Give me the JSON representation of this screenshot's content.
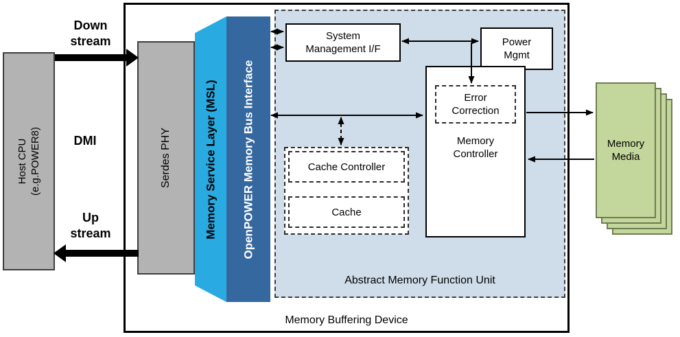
{
  "labels": {
    "downstream": "Down\nstream",
    "dmi": "DMI",
    "upstream": "Up\nstream"
  },
  "host_cpu": {
    "label": "Host CPU\n(e.g.POWER8)"
  },
  "device": {
    "label": "Memory Buffering Device",
    "serdes_phy": "Serdes PHY",
    "msl": "Memory Service Layer (MSL)",
    "bus_interface": "OpenPOWER Memory Bus Interface",
    "amfu": {
      "label": "Abstract Memory Function Unit",
      "system_mgmt": "System\nManagement I/F",
      "power_mgmt": "Power\nMgmt",
      "memory_controller": "Memory\nController",
      "error_correction": "Error\nCorrection",
      "cache_controller": "Cache Controller",
      "cache": "Cache"
    }
  },
  "memory_media": {
    "label": "Memory\nMedia"
  },
  "colors": {
    "host_gray": "#b3b3b3",
    "msl_cyan": "#29abe2",
    "bus_blue": "#35689f",
    "amfu_bg": "#cfdce9",
    "media_green": "#c3d69b",
    "arrow_black": "#000000"
  }
}
